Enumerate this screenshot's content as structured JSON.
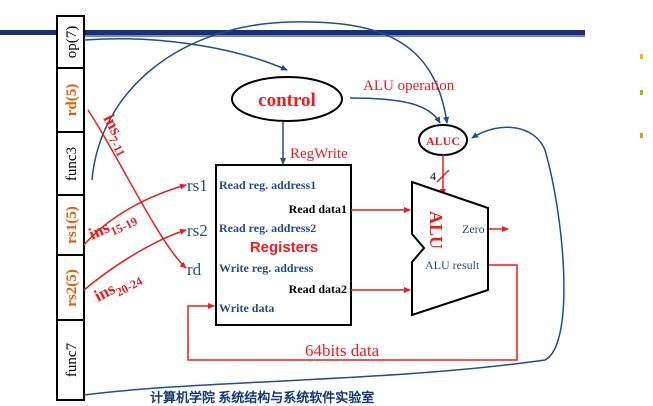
{
  "instruction_fields": [
    {
      "label": "op(7)",
      "color": "#000000"
    },
    {
      "label": "rd(5)",
      "color": "#e65c00"
    },
    {
      "label": "func3",
      "color": "#000000"
    },
    {
      "label": "rs1(5)",
      "color": "#e65c00"
    },
    {
      "label": "rs2(5)",
      "color": "#e65c00"
    },
    {
      "label": "func7",
      "color": "#000000"
    }
  ],
  "control": {
    "label": "control"
  },
  "aluc": {
    "label": "ALUC"
  },
  "alu_operation_label": "ALU operation",
  "regwrite_label": "RegWrite",
  "registers": {
    "title": "Registers",
    "read_addr1": "Read reg. address1",
    "read_data1": "Read data1",
    "read_addr2": "Read reg. address2",
    "write_addr": "Write reg. address",
    "read_data2": "Read data2",
    "write_data": "Write data"
  },
  "port_labels": {
    "rs1": "rs1",
    "rs2": "rs2",
    "rd": "rd"
  },
  "ins_labels": {
    "a": {
      "main": "ins",
      "sub": "7-11"
    },
    "b": {
      "main": "ins",
      "sub": "15-19"
    },
    "c": {
      "main": "ins",
      "sub": "20-24"
    }
  },
  "alu": {
    "label": "ALU",
    "zero": "Zero",
    "result": "ALU result"
  },
  "bus_width": "4",
  "data_label": "64bits data",
  "footer_text": "计算机学院 系统结构与系统软件实验室",
  "colors": {
    "red": "#ee1c1c",
    "blue": "#1f4e8c",
    "dark_blue": "#123a78",
    "orange": "#e65c00"
  }
}
